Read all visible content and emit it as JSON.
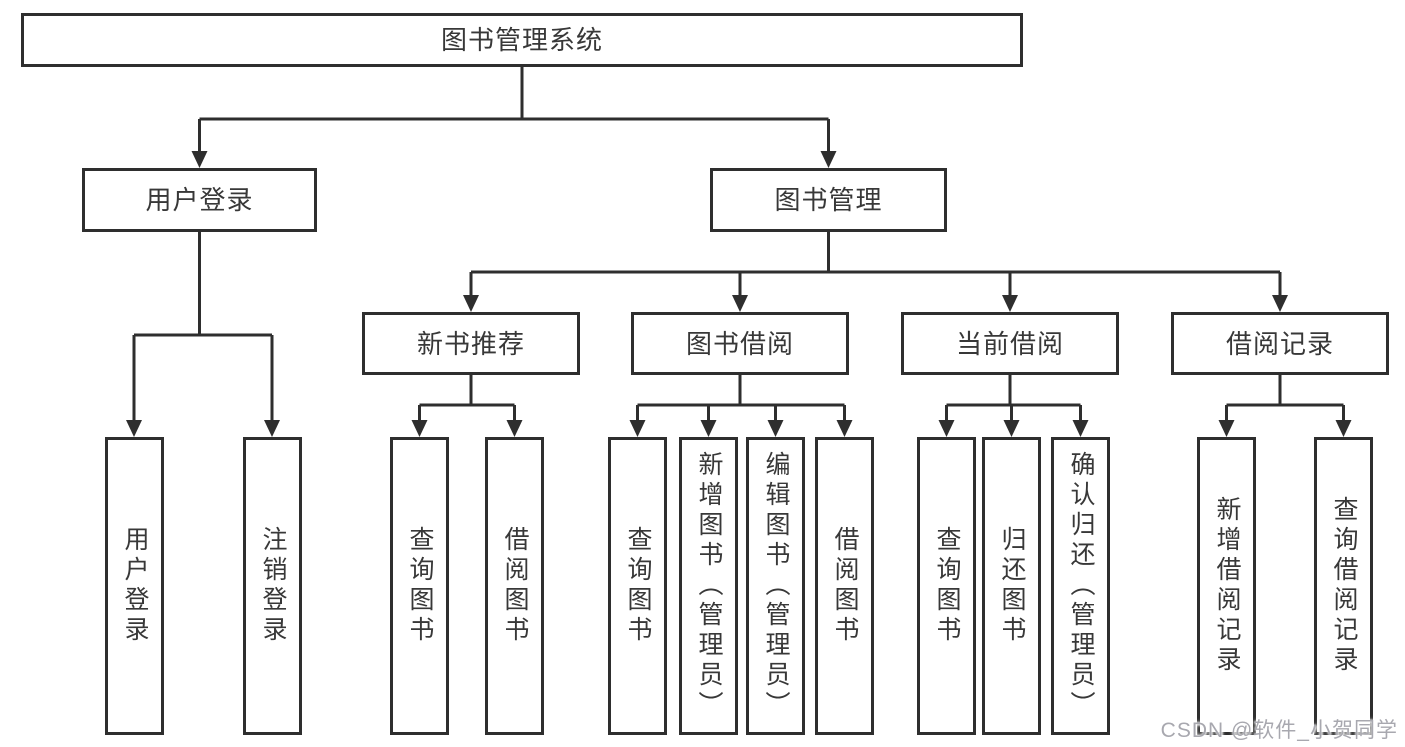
{
  "diagram": {
    "title": "图书管理系统",
    "nodes": {
      "root": {
        "label": "图书管理系统"
      },
      "user_login": {
        "label": "用户登录"
      },
      "book_mgmt": {
        "label": "图书管理"
      },
      "new_book_rec": {
        "label": "新书推荐"
      },
      "book_borrow": {
        "label": "图书借阅"
      },
      "current_borrow": {
        "label": "当前借阅"
      },
      "borrow_record": {
        "label": "借阅记录"
      },
      "login": {
        "label": "用户登录"
      },
      "logout": {
        "label": "注销登录"
      },
      "rec_query": {
        "label": "查询图书"
      },
      "rec_borrow": {
        "label": "借阅图书"
      },
      "bb_query": {
        "label": "查询图书"
      },
      "bb_add": {
        "label": "新增图书（管理员）"
      },
      "bb_edit": {
        "label": "编辑图书（管理员）"
      },
      "bb_borrow": {
        "label": "借阅图书"
      },
      "cb_query": {
        "label": "查询图书"
      },
      "cb_return": {
        "label": "归还图书"
      },
      "cb_confirm": {
        "label": "确认归还（管理员）"
      },
      "br_add": {
        "label": "新增借阅记录"
      },
      "br_query": {
        "label": "查询借阅记录"
      }
    }
  },
  "watermark": {
    "text": "CSDN @软件_小贺同学"
  },
  "colors": {
    "line": "#2e2e2e",
    "box_border": "#2e2e2e",
    "text": "#383838",
    "watermark": "#a8a8af",
    "background": "#ffffff"
  }
}
